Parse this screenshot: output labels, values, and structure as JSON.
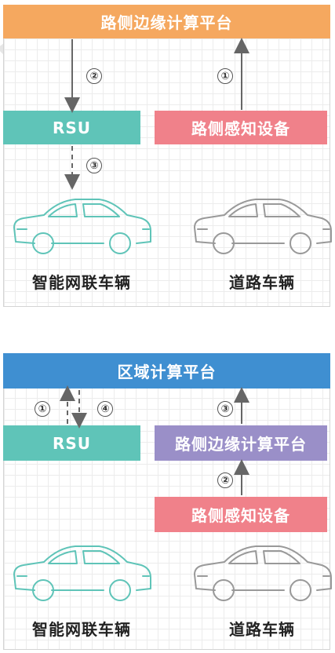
{
  "top": {
    "header": "路侧边缘计算平台",
    "rsu": "RSU",
    "sensing": "路侧感知设备",
    "steps": [
      "①",
      "②",
      "③"
    ],
    "vehicle_connected": "智能网联车辆",
    "vehicle_road": "道路车辆"
  },
  "bottom": {
    "header": "区域计算平台",
    "rsu": "RSU",
    "edge": "路侧边缘计算平台",
    "sensing": "路侧感知设备",
    "steps": [
      "①",
      "④",
      "③",
      "②"
    ],
    "vehicle_connected": "智能网联车辆",
    "vehicle_road": "道路车辆"
  },
  "colors": {
    "orange": "#f5a85f",
    "teal": "#5fc4b8",
    "pink": "#f0818a",
    "blue": "#3f8fd1",
    "purple": "#9a8fc8",
    "car_connected": "#5fc4b8",
    "car_road": "#999999"
  }
}
